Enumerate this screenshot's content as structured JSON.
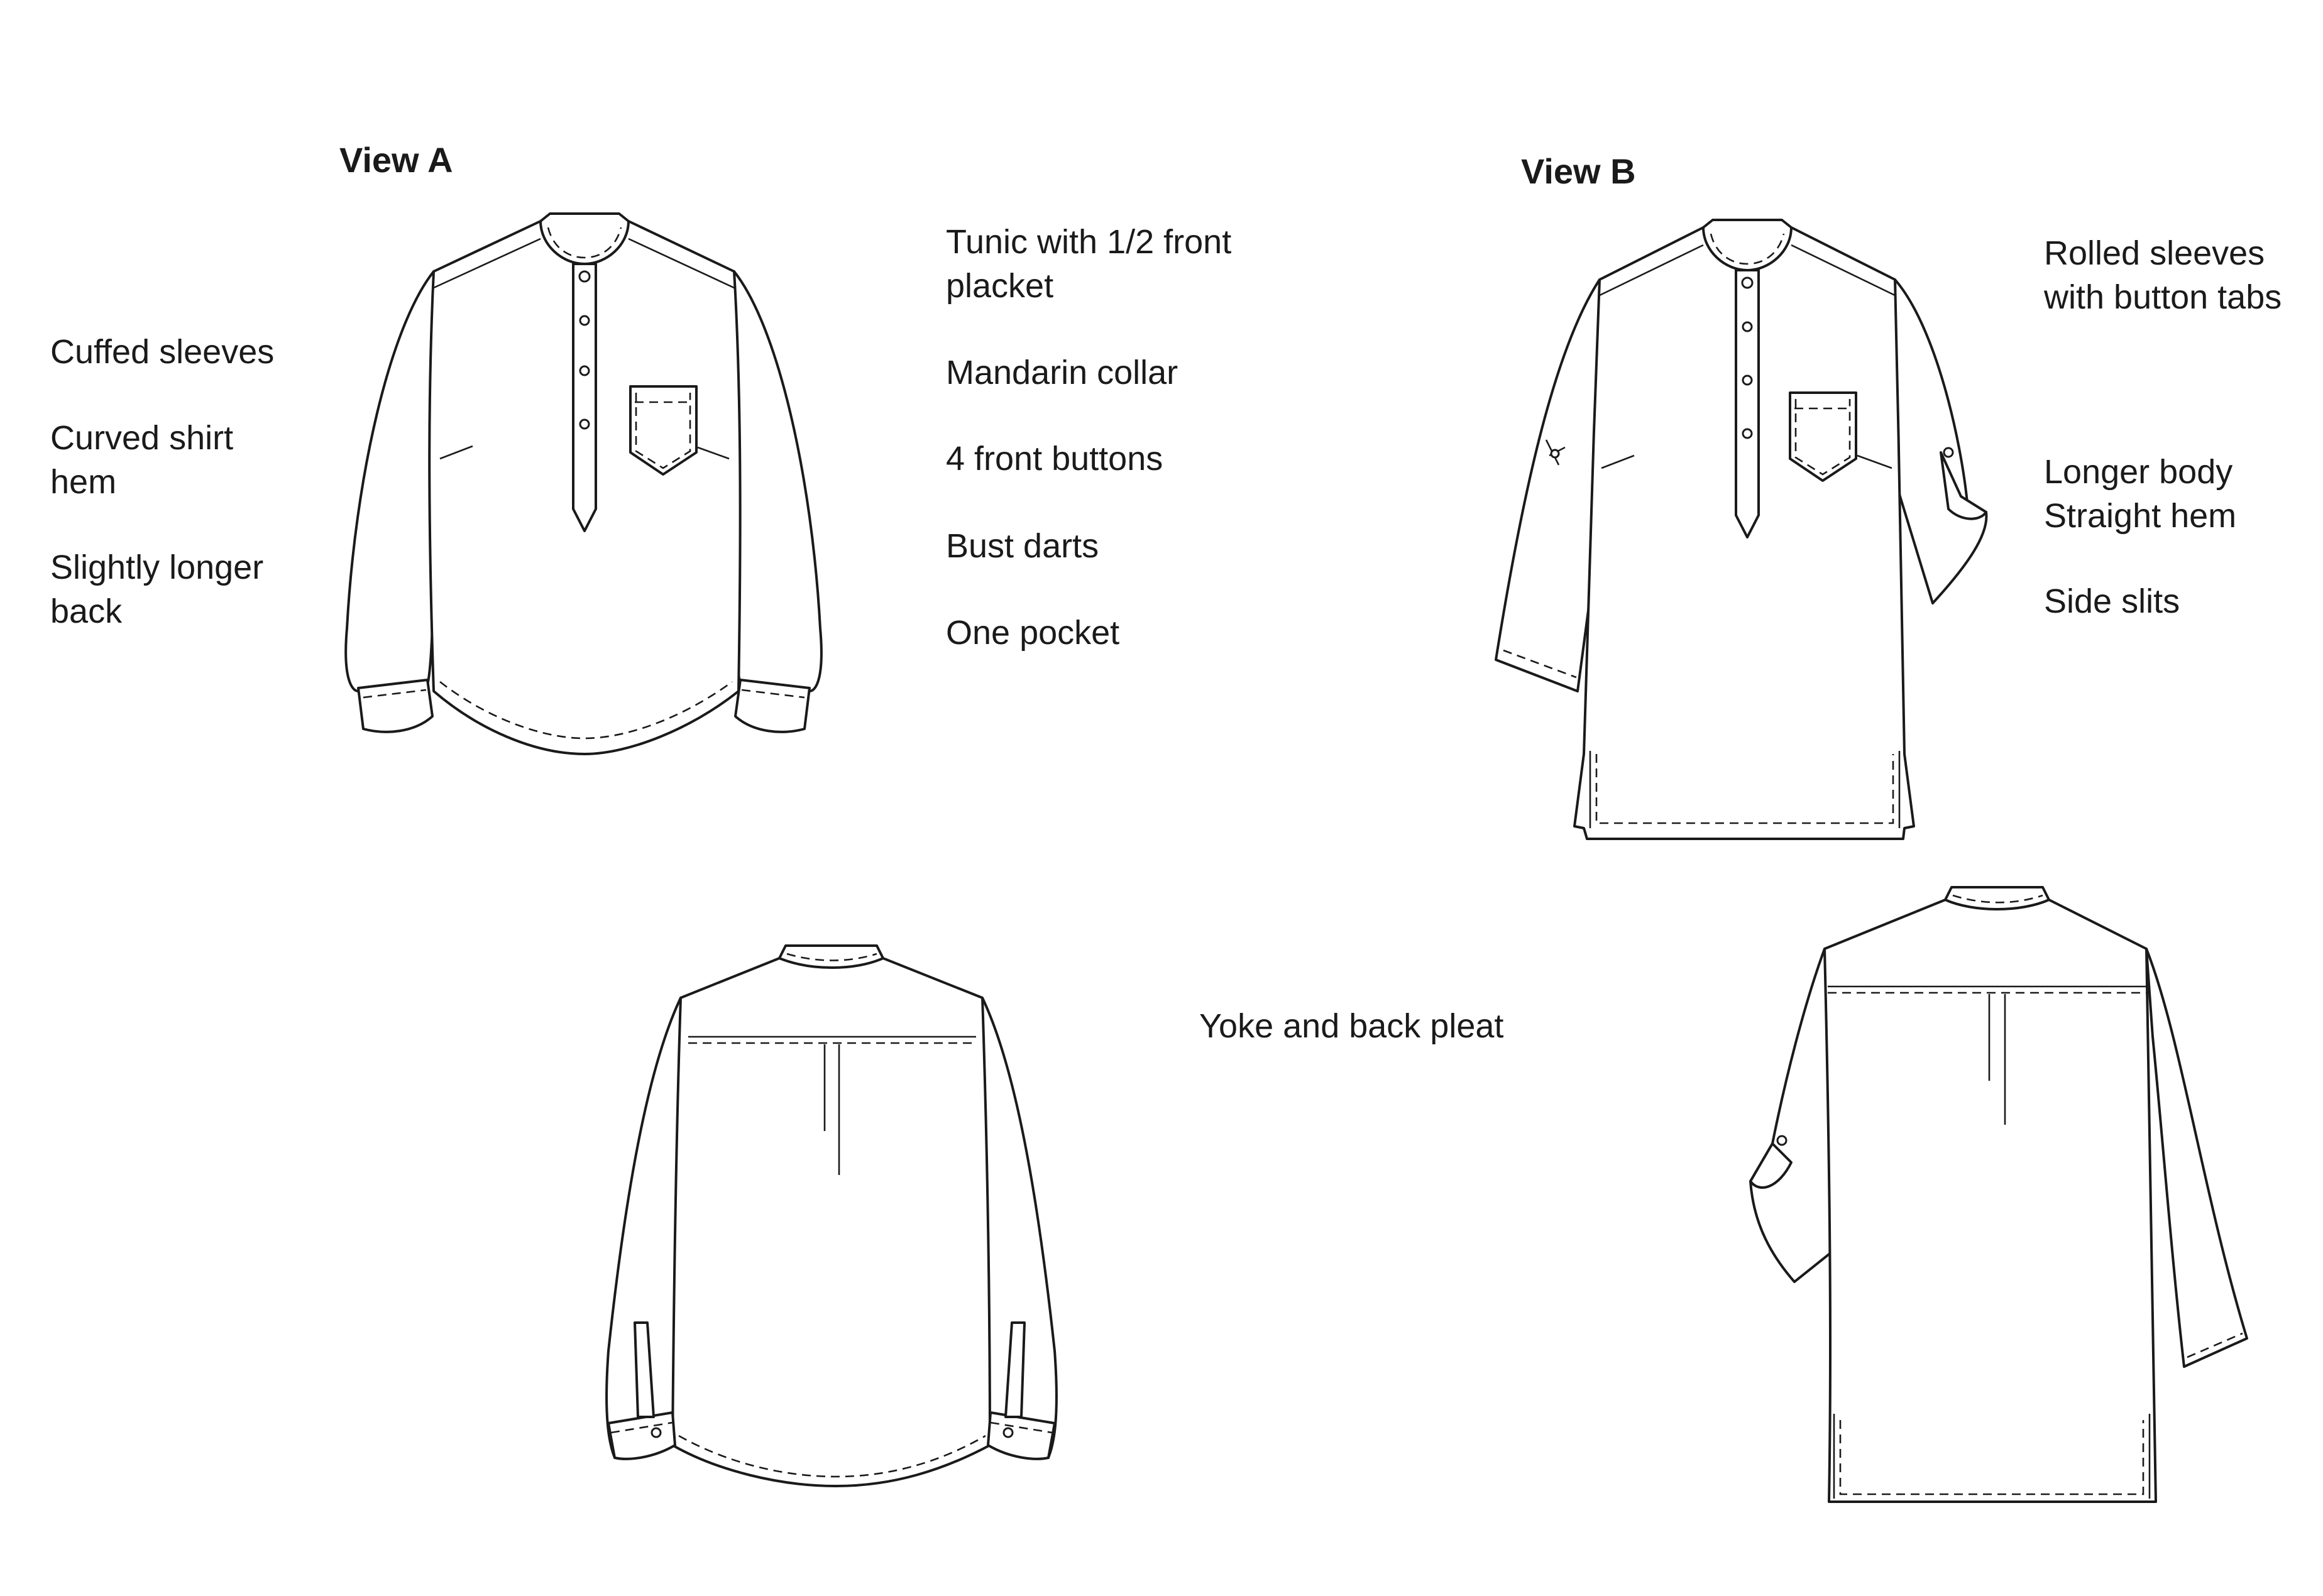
{
  "view_a": {
    "title": "View A",
    "left_features": [
      "Cuffed sleeves",
      "Curved shirt hem",
      "Slightly longer back"
    ],
    "right_features": [
      "Tunic with 1/2 front placket",
      "Mandarin collar",
      "4 front buttons",
      "Bust darts",
      "One pocket"
    ]
  },
  "view_b": {
    "title": "View B",
    "features": [
      "Rolled sleeves with button tabs",
      "Longer body Straight hem",
      "Side slits"
    ]
  },
  "back_note": "Yoke and back pleat"
}
